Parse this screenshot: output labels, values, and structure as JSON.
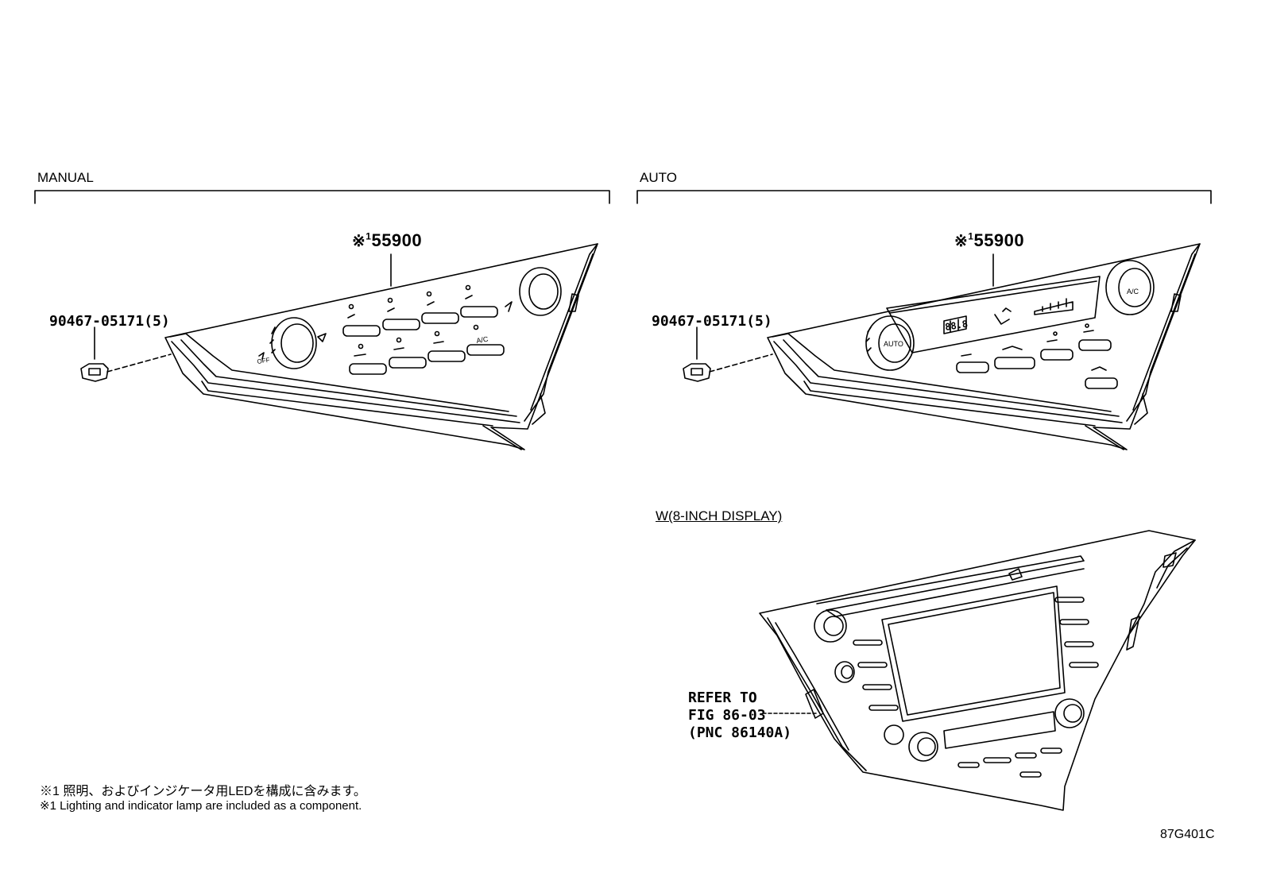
{
  "sections": {
    "manual": {
      "title": "MANUAL"
    },
    "auto": {
      "title": "AUTO"
    },
    "display": {
      "title": "W(8-INCH DISPLAY)"
    }
  },
  "parts": {
    "main_part_mark": "※",
    "main_part_sup": "1",
    "main_part_number": "55900",
    "clip_part_number": "90467-05171(5)"
  },
  "panel_labels": {
    "manual_off": "OFF",
    "auto_auto": "AUTO",
    "auto_ac": "A/C",
    "auto_readout": "88.8",
    "manual_ac": "A/C"
  },
  "reference": {
    "line1": "REFER TO",
    "line2": "FIG 86-03",
    "line3": "(PNC 86140A)"
  },
  "notes": {
    "jp": "※1 照明、およびインジケータ用LEDを構成に含みます。",
    "en": "※1 Lighting and indicator lamp are included as a component."
  },
  "figure_id": "87G401C"
}
